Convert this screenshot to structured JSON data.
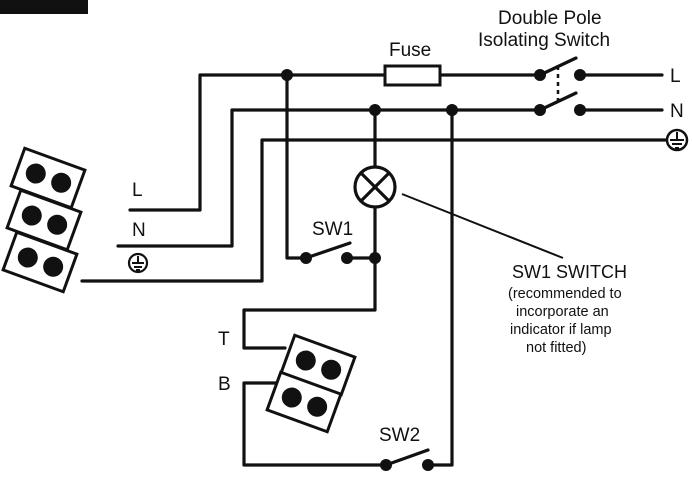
{
  "diagram": {
    "labels": {
      "isolator_line1": "Double Pole",
      "isolator_line2": "Isolating Switch",
      "fuse": "Fuse",
      "supply_live": "L",
      "supply_neutral": "N",
      "terminal_live": "L",
      "terminal_neutral": "N",
      "terminal_t": "T",
      "terminal_b": "B",
      "sw1": "SW1",
      "sw2": "SW2",
      "sw1_title": "SW1 SWITCH",
      "sw1_note_line1": "(recommended to",
      "sw1_note_line2": "incorporate an",
      "sw1_note_line3": "indicator if lamp",
      "sw1_note_line4": "not fitted)"
    },
    "colors": {
      "ink": "#111111",
      "background": "#ffffff"
    },
    "icons": {
      "earth": "earth-icon",
      "lamp": "lamp-icon"
    }
  }
}
